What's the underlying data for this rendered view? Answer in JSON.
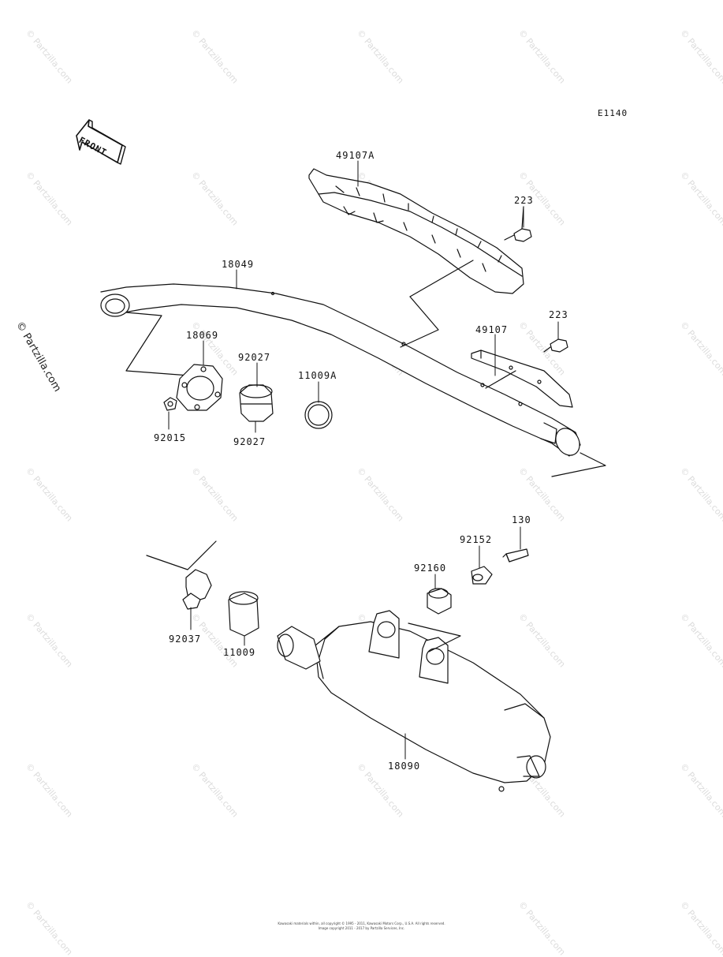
{
  "diagram_code": "E1140",
  "front_label": "FRONT",
  "side_watermark": "© Partzilla.com",
  "watermark_text": "© Partzilla.com",
  "parts": {
    "heat_guard_upper": "49107A",
    "bolt_upper": "223",
    "exhaust_pipe": "18049",
    "heat_guard_lower": "49107",
    "bolt_lower": "223",
    "gasket_flange": "18069",
    "ring_top": "92027",
    "ring_bottom": "92027",
    "gasket_ring": "11009A",
    "nut": "92015",
    "clamp": "92037",
    "gasket_muffler": "11009",
    "damper": "92160",
    "collar": "92152",
    "bolt_muffler": "130",
    "muffler": "18090"
  },
  "copyright_line1": "Kawasaki materials within, all copyright © 1995 - 2011, Kawasaki Motors Corp., U.S.A. All rights reserved.",
  "copyright_line2": "Image copyright 2011 - 2017 by Partzilla Services, Inc."
}
